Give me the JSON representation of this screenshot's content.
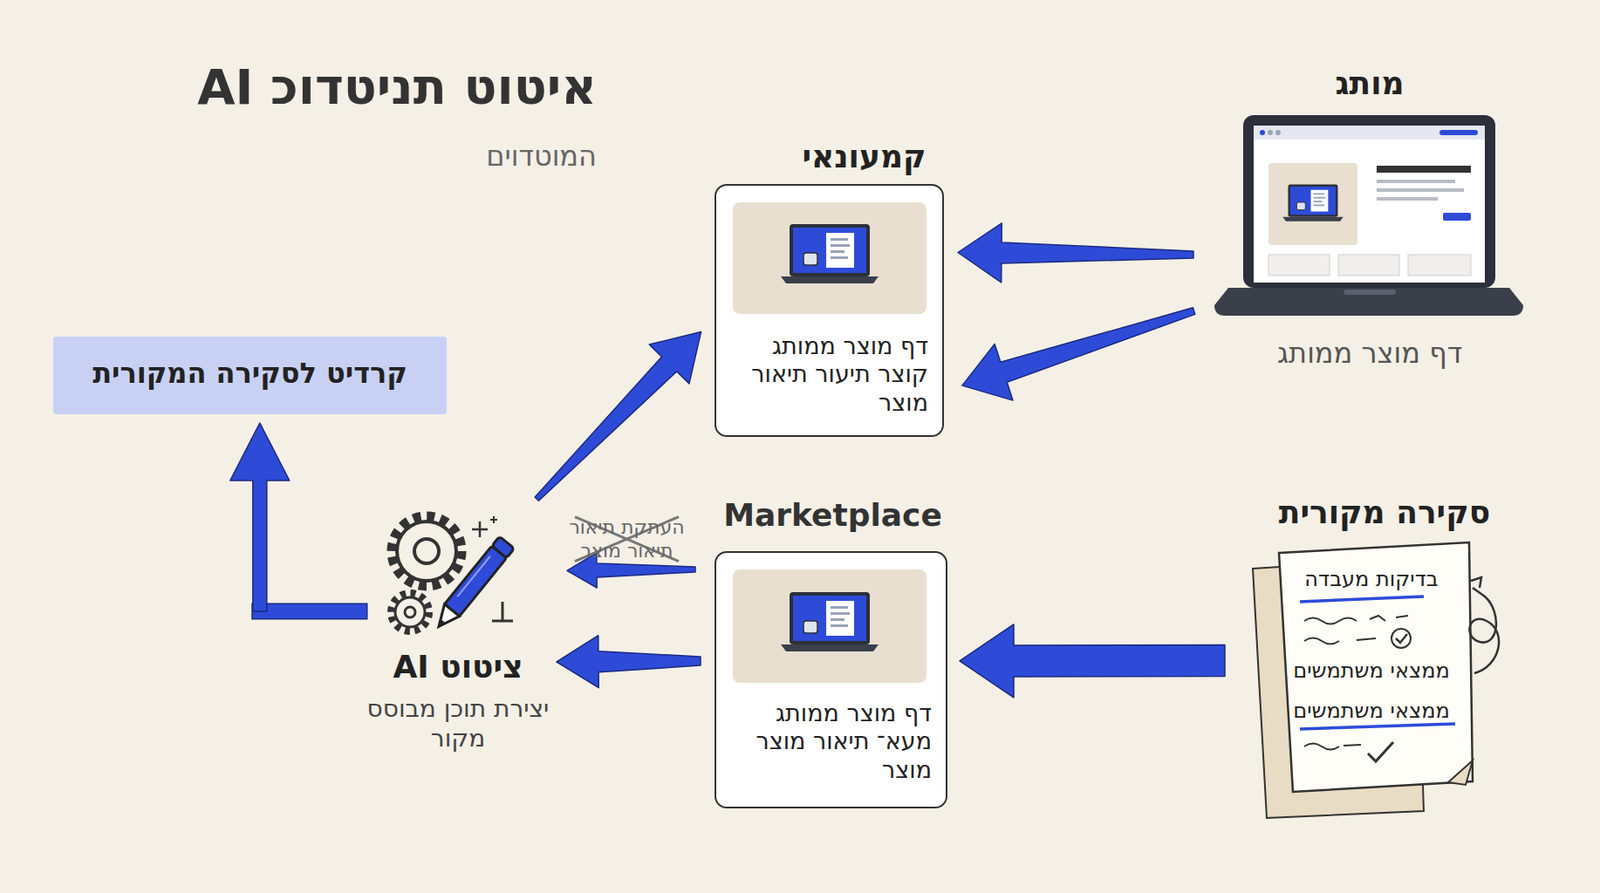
{
  "diagram": {
    "title": "איטוט תניטדוכ AI",
    "nodes": [
      {
        "text": [
          "מותג",
          "דף מוצר ממותג"
        ]
      },
      {
        "text": [
          "קמעונאי",
          "דף מוצר ממותג קוצר תיעור תיאור מוצר"
        ]
      },
      {
        "text": [
          "קרדיט לסקירה המקורית"
        ]
      },
      {
        "text": [
          "Marketplace",
          "דף מוצר ממותג מעא־ תיאור מוצר מוצר"
        ]
      },
      {
        "text": [
          "סקירה מקורית",
          "בדיקות מעבדה",
          "ממצאי משתמשים",
          "ממצאי משתמשים"
        ]
      },
      {
        "text": [
          "ציטוט AI",
          "יצירת תוכן מבוסס מקור"
        ]
      }
    ],
    "edges": [
      {
        "from": 0,
        "to": 1,
        "arrow": "to"
      },
      {
        "from": 0,
        "to": 1,
        "arrow": "to"
      },
      {
        "from": 4,
        "to": 3,
        "arrow": "to"
      },
      {
        "from": 3,
        "to": 5,
        "label": "העתקת תיאור תיאור מוצר",
        "arrow": "to"
      },
      {
        "from": 3,
        "to": 5,
        "arrow": "to"
      },
      {
        "from": 5,
        "to": 1,
        "arrow": "to"
      },
      {
        "from": 5,
        "to": 2,
        "arrow": "to"
      }
    ],
    "labels": [
      "המוטדוים"
    ]
  }
}
